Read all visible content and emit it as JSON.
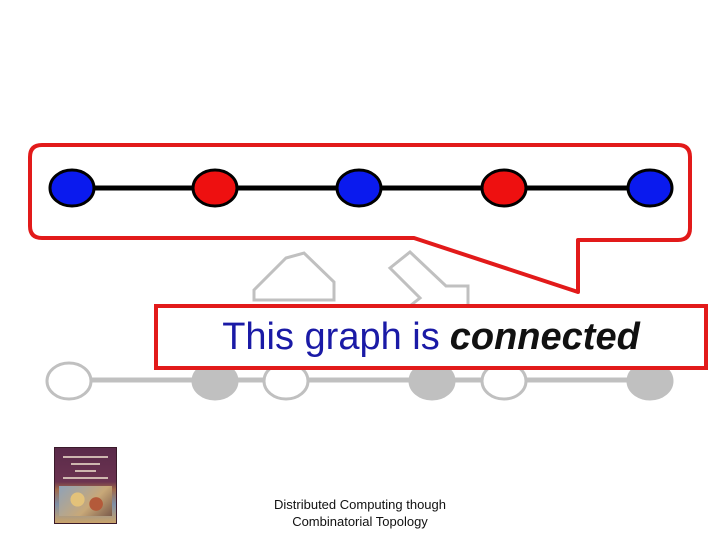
{
  "callout": {
    "text_main": "This graph is",
    "text_emphasis": "connected"
  },
  "footer": {
    "line1": "Distributed Computing though",
    "line2": "Combinatorial Topology"
  },
  "colors": {
    "blue_node": "#0a1aee",
    "red_node": "#ee1010",
    "gray_node": "#c0c0c0",
    "outline_red": "#e21a1a",
    "text_blue": "#1a1aa6"
  },
  "top_graph": {
    "nodes": [
      "blue",
      "red",
      "blue",
      "red",
      "blue"
    ]
  },
  "bottom_graph": {
    "nodes": [
      "white",
      "gray",
      "white",
      "gray",
      "white",
      "gray"
    ]
  },
  "icons": [
    "book-cover-image",
    "arrow-icon"
  ]
}
